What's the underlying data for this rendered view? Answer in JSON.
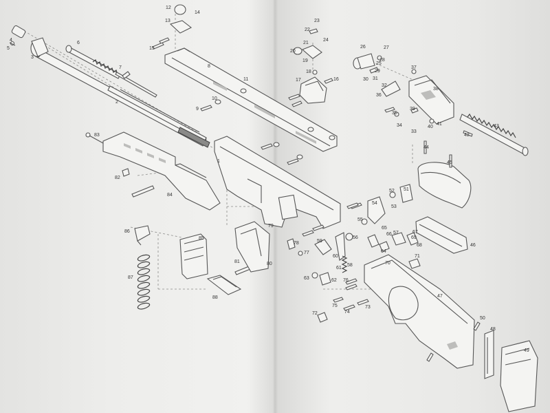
{
  "callouts": [
    "1",
    "2",
    "3",
    "4",
    "5",
    "6",
    "7",
    "8",
    "9",
    "10",
    "11",
    "12",
    "13",
    "14",
    "15",
    "16",
    "17",
    "18",
    "19",
    "20",
    "21",
    "22",
    "23",
    "24",
    "25",
    "26",
    "27",
    "28",
    "29",
    "30",
    "31",
    "32",
    "33",
    "34",
    "35",
    "36",
    "37",
    "38",
    "39",
    "40",
    "41",
    "42",
    "43",
    "44",
    "45",
    "46",
    "47",
    "48",
    "49",
    "50",
    "51",
    "52",
    "53",
    "54",
    "55",
    "56",
    "57",
    "58",
    "59",
    "60",
    "61",
    "62",
    "63",
    "64",
    "65",
    "66",
    "67",
    "68",
    "69",
    "70",
    "71",
    "72",
    "73",
    "74",
    "75",
    "76",
    "77",
    "78",
    "79",
    "80",
    "81",
    "82",
    "83",
    "84",
    "85",
    "86",
    "87",
    "88"
  ]
}
